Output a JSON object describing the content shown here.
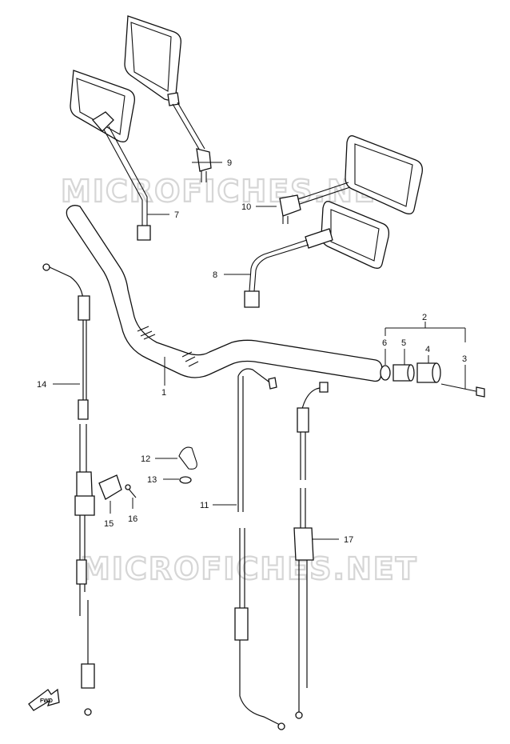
{
  "watermark": "MICROFICHES.NET",
  "fwd_label": "FWD",
  "callouts": [
    {
      "id": "c1",
      "label": "1"
    },
    {
      "id": "c2",
      "label": "2"
    },
    {
      "id": "c3",
      "label": "3"
    },
    {
      "id": "c4",
      "label": "4"
    },
    {
      "id": "c5",
      "label": "5"
    },
    {
      "id": "c6",
      "label": "6"
    },
    {
      "id": "c7",
      "label": "7"
    },
    {
      "id": "c8",
      "label": "8"
    },
    {
      "id": "c9",
      "label": "9"
    },
    {
      "id": "c10",
      "label": "10"
    },
    {
      "id": "c11",
      "label": "11"
    },
    {
      "id": "c12",
      "label": "12"
    },
    {
      "id": "c13",
      "label": "13"
    },
    {
      "id": "c14",
      "label": "14"
    },
    {
      "id": "c15",
      "label": "15"
    },
    {
      "id": "c16",
      "label": "16"
    },
    {
      "id": "c17",
      "label": "17"
    }
  ]
}
